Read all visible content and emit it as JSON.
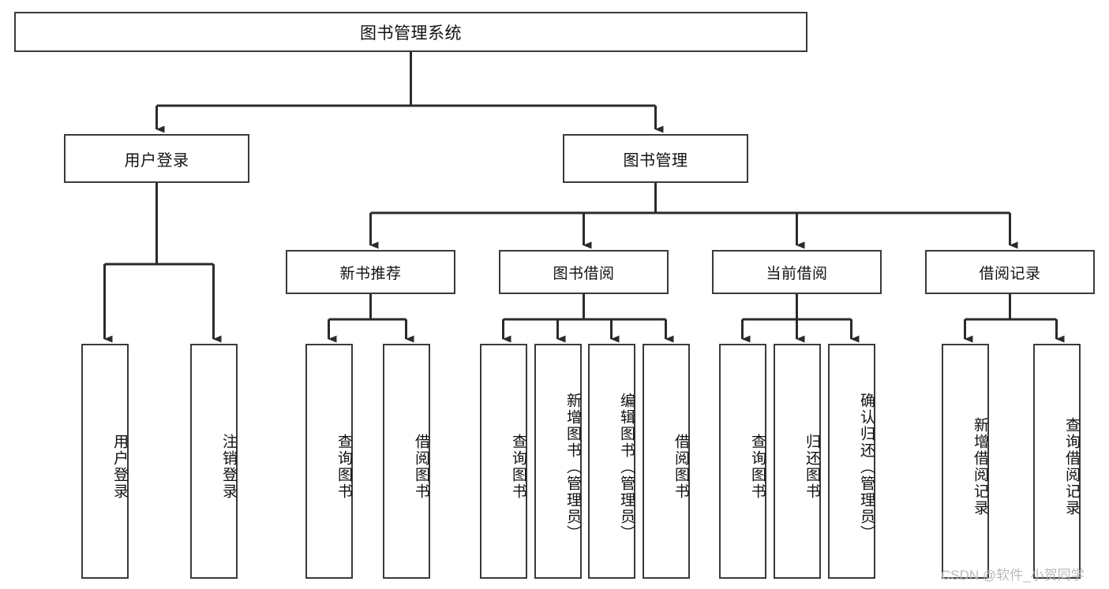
{
  "diagram": {
    "title": "图书管理系统",
    "type": "tree",
    "orientation": "top-down",
    "colors": {
      "box_border": "#3a3a3a",
      "box_fill": "#ffffff",
      "connector": "#2b2b2b",
      "text": "#111111",
      "watermark": "#b9b9b9"
    },
    "nodes": {
      "root": {
        "label": "图书管理系统"
      },
      "level2": [
        {
          "id": "user-login",
          "label": "用户登录"
        },
        {
          "id": "book-manage",
          "label": "图书管理"
        }
      ],
      "level3": [
        {
          "id": "new-book-recommend",
          "label": "新书推荐"
        },
        {
          "id": "book-borrow",
          "label": "图书借阅"
        },
        {
          "id": "current-borrow",
          "label": "当前借阅"
        },
        {
          "id": "borrow-record",
          "label": "借阅记录"
        }
      ],
      "leaves": [
        {
          "id": "leaf-user-login",
          "label": "用户登录",
          "parent": "user-login"
        },
        {
          "id": "leaf-logout",
          "label": "注销登录",
          "parent": "user-login"
        },
        {
          "id": "leaf-query-book-1",
          "label": "查询图书",
          "parent": "new-book-recommend"
        },
        {
          "id": "leaf-borrow-book-1",
          "label": "借阅图书",
          "parent": "new-book-recommend"
        },
        {
          "id": "leaf-query-book-2",
          "label": "查询图书",
          "parent": "book-borrow"
        },
        {
          "id": "leaf-add-book",
          "label": "新增图书（管理员）",
          "parent": "book-borrow"
        },
        {
          "id": "leaf-edit-book",
          "label": "编辑图书（管理员）",
          "parent": "book-borrow"
        },
        {
          "id": "leaf-borrow-book-2",
          "label": "借阅图书",
          "parent": "book-borrow"
        },
        {
          "id": "leaf-query-book-3",
          "label": "查询图书",
          "parent": "current-borrow"
        },
        {
          "id": "leaf-return-book",
          "label": "归还图书",
          "parent": "current-borrow"
        },
        {
          "id": "leaf-confirm-return",
          "label": "确认归还（管理员）",
          "parent": "current-borrow"
        },
        {
          "id": "leaf-add-record",
          "label": "新增借阅记录",
          "parent": "borrow-record"
        },
        {
          "id": "leaf-query-record",
          "label": "查询借阅记录",
          "parent": "borrow-record"
        }
      ]
    }
  },
  "watermark": {
    "text": "CSDN @软件_小贺同学"
  }
}
